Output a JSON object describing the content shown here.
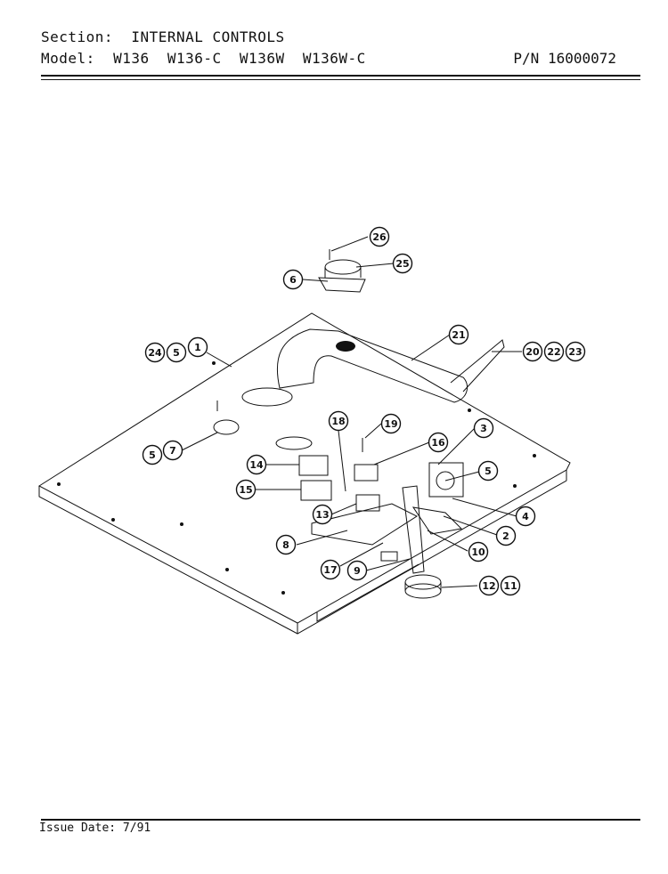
{
  "header": {
    "section_label": "Section:",
    "section_value": "INTERNAL CONTROLS",
    "model_label": "Model:",
    "models": "W136  W136-C  W136W  W136W-C",
    "part_number": "P/N 16000072"
  },
  "footer": {
    "issue_date": "Issue Date: 7/91"
  },
  "callouts": [
    {
      "id": "c26a",
      "label": "26"
    },
    {
      "id": "c25a",
      "label": "25"
    },
    {
      "id": "c6a",
      "label": "6"
    },
    {
      "id": "c21",
      "label": "21"
    },
    {
      "id": "c24",
      "label": "24"
    },
    {
      "id": "c5a",
      "label": "5"
    },
    {
      "id": "c1",
      "label": "1"
    },
    {
      "id": "c20",
      "label": "20"
    },
    {
      "id": "c22",
      "label": "22"
    },
    {
      "id": "c23",
      "label": "23"
    },
    {
      "id": "c18",
      "label": "18"
    },
    {
      "id": "c19",
      "label": "19"
    },
    {
      "id": "c3",
      "label": "3"
    },
    {
      "id": "c16",
      "label": "16"
    },
    {
      "id": "c5b",
      "label": "5"
    },
    {
      "id": "c7",
      "label": "7"
    },
    {
      "id": "c14",
      "label": "14"
    },
    {
      "id": "c5c",
      "label": "5"
    },
    {
      "id": "c15",
      "label": "15"
    },
    {
      "id": "c4",
      "label": "4"
    },
    {
      "id": "c13",
      "label": "13"
    },
    {
      "id": "c2",
      "label": "2"
    },
    {
      "id": "c8",
      "label": "8"
    },
    {
      "id": "c10",
      "label": "10"
    },
    {
      "id": "c17",
      "label": "17"
    },
    {
      "id": "c9",
      "label": "9"
    },
    {
      "id": "c12",
      "label": "12"
    },
    {
      "id": "c11",
      "label": "11"
    }
  ]
}
